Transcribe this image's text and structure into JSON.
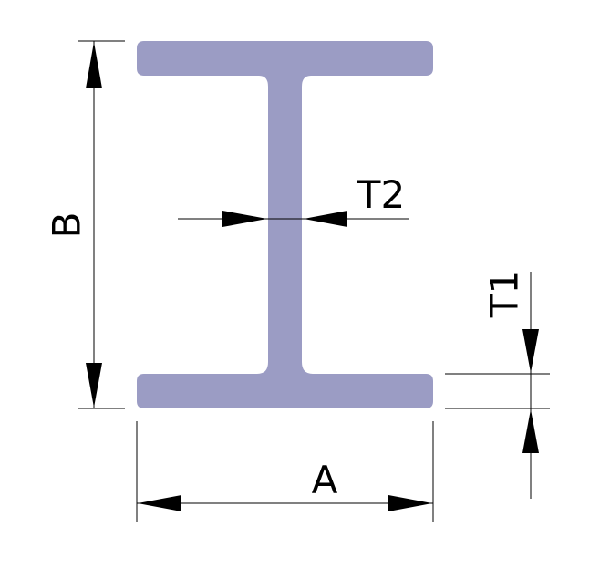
{
  "labels": {
    "width": "A",
    "height": "B",
    "flange_thickness": "T1",
    "web_thickness": "T2"
  },
  "colors": {
    "beam_fill": "#9b9cc4",
    "line": "#000000",
    "background": "#ffffff"
  }
}
